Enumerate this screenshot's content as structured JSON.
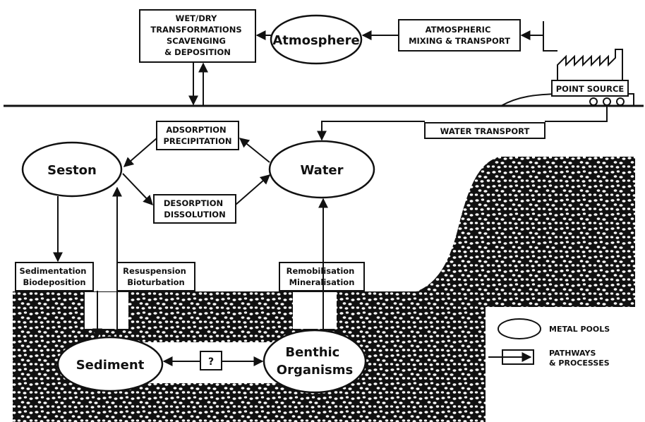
{
  "pools": {
    "atmosphere": "Atmosphere",
    "seston": "Seston",
    "water": "Water",
    "sediment": "Sediment",
    "benthic_line1": "Benthic",
    "benthic_line2": "Organisms"
  },
  "processes": {
    "wet_dry": [
      "WET/DRY",
      "TRANSFORMATIONS",
      "SCAVENGING",
      "& DEPOSITION"
    ],
    "atm_mixing": [
      "ATMOSPHERIC",
      "MIXING & TRANSPORT"
    ],
    "point_source": "POINT SOURCE",
    "water_transport": "WATER TRANSPORT",
    "adsorption": [
      "ADSORPTION",
      "PRECIPITATION"
    ],
    "desorption": [
      "DESORPTION",
      "DISSOLUTION"
    ],
    "sedimentation": [
      "Sedimentation",
      "Biodeposition"
    ],
    "resuspension": [
      "Resuspension",
      "Bioturbation"
    ],
    "remobilisation": [
      "Remobilisation",
      "Mineralisation"
    ],
    "unknown": "?"
  },
  "legend": {
    "metal_pools": "METAL POOLS",
    "pathways_line1": "PATHWAYS",
    "pathways_line2": "& PROCESSES"
  },
  "colors": {
    "ink": "#111111",
    "background": "#ffffff"
  }
}
